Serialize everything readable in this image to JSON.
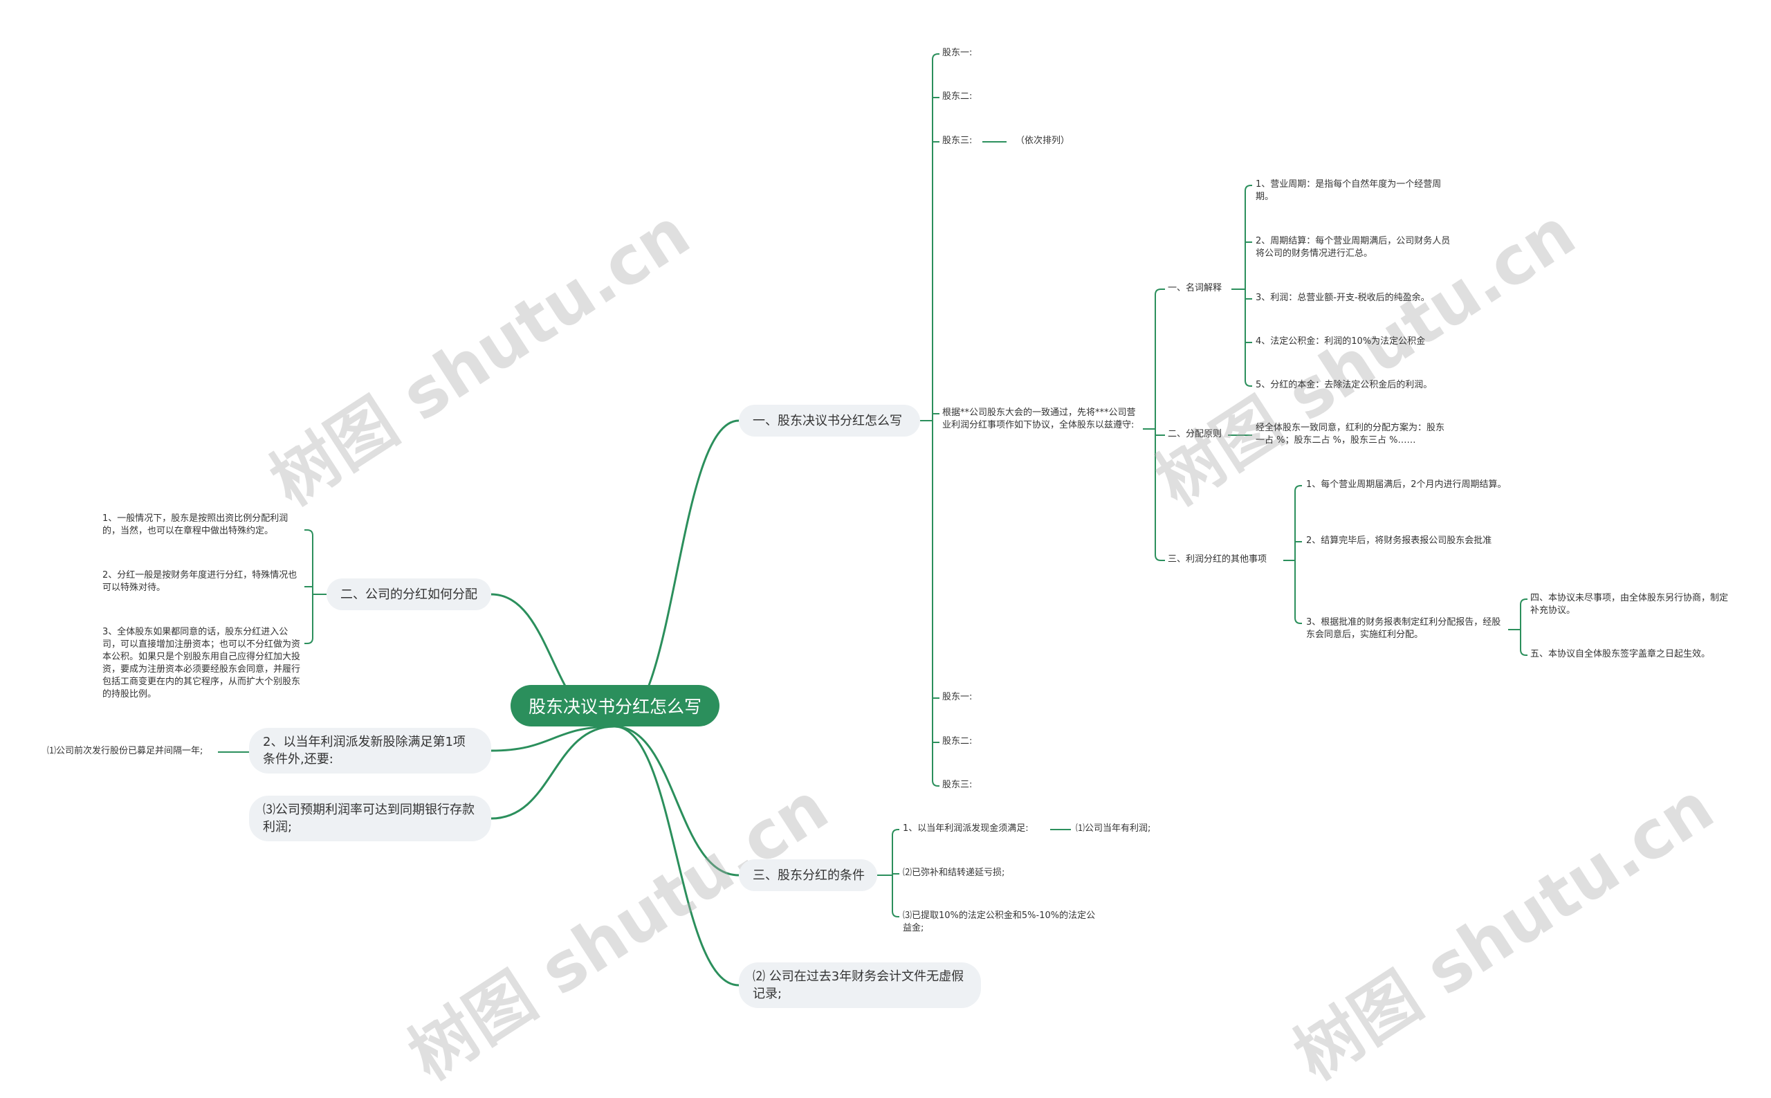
{
  "root": "股东决议书分红怎么写",
  "colors": {
    "link": "#2b8f5c",
    "root_fill": "#2b8f5c",
    "pill_fill": "#eef1f4",
    "text": "#333333"
  },
  "watermark": "树图 shutu.cn",
  "b1": {
    "label": "一、股东决议书分红怎么写",
    "top_shareholders": [
      "股东一:",
      "股东二:",
      "股东三:"
    ],
    "order_note": "（依次排列）",
    "agreement": "根据**公司股东大会的一致通过，先将***公司营业利润分红事项作如下协议，全体股东以兹遵守:",
    "terms": {
      "label": "一、名词解释",
      "items": [
        "1、营业周期：是指每个自然年度为一个经营周期。",
        "2、周期结算：每个营业周期满后，公司财务人员将公司的财务情况进行汇总。",
        "3、利润：总营业额-开支-税收后的纯盈余。",
        "4、法定公积金：利润的10%为法定公积金",
        "5、分红的本金：去除法定公积金后的利润。"
      ]
    },
    "principle": {
      "label": "二、分配原则",
      "text": "经全体股东一致同意，红利的分配方案为：股东一占 %；股东二占 %，股东三占 %……"
    },
    "other": {
      "label": "三、利润分红的其他事项",
      "items": [
        "1、每个营业周期届满后，2个月内进行周期结算。",
        "2、结算完毕后，将财务报表报公司股东会批准",
        "3、根据批准的财务报表制定红利分配报告，经股东会同意后，实施红利分配。"
      ],
      "sub": [
        "四、本协议未尽事项，由全体股东另行协商，制定补充协议。",
        "五、本协议自全体股东签字盖章之日起生效。"
      ]
    },
    "bottom_shareholders": [
      "股东一:",
      "股东二:",
      "股东三:"
    ]
  },
  "b2": {
    "label": "二、公司的分红如何分配",
    "items": [
      "1、一般情况下，股东是按照出资比例分配利润的，当然，也可以在章程中做出特殊约定。",
      "2、分红一般是按财务年度进行分红，特殊情况也可以特殊对待。",
      "3、全体股东如果都同意的话，股东分红进入公司，可以直接增加注册资本；也可以不分红做为资本公积。如果只是个别股东用自己应得分红加大投资，要成为注册资本必须要经股东会同意，并履行包括工商变更在内的其它程序，从而扩大个别股东的持股比例。"
    ]
  },
  "b3": {
    "label": "2、以当年利润派发新股除满足第1项条件外,还要:",
    "child": "⑴公司前次发行股份已募足并间隔一年;"
  },
  "b4": {
    "label": "⑶公司预期利润率可达到同期银行存款利润;"
  },
  "b5": {
    "label": "三、股东分红的条件",
    "items": [
      "1、以当年利润派发现金须满足:",
      "⑵已弥补和结转递延亏损;",
      "⑶已提取10%的法定公积金和5%-10%的法定公益金;"
    ],
    "sub": "⑴公司当年有利润;"
  },
  "b6": {
    "label": "⑵ 公司在过去3年财务会计文件无虚假记录;"
  }
}
